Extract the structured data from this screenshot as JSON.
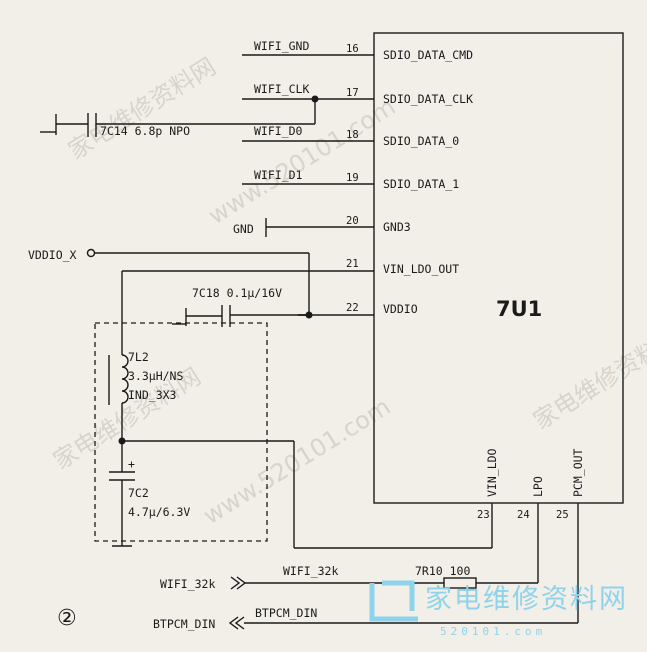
{
  "chip": {
    "name": "7U1"
  },
  "pins": [
    {
      "num": "16",
      "name": "SDIO_DATA_CMD",
      "net": "WIFI_GND"
    },
    {
      "num": "17",
      "name": "SDIO_DATA_CLK",
      "net": "WIFI_CLK"
    },
    {
      "num": "18",
      "name": "SDIO_DATA_0",
      "net": "WIFI_D0"
    },
    {
      "num": "19",
      "name": "SDIO_DATA_1",
      "net": "WIFI_D1"
    },
    {
      "num": "20",
      "name": "GND3",
      "net": "GND"
    },
    {
      "num": "21",
      "name": "VIN_LDO_OUT",
      "net": ""
    },
    {
      "num": "22",
      "name": "VDDIO",
      "net": ""
    },
    {
      "num": "23",
      "name": "VIN_LDO",
      "net": ""
    },
    {
      "num": "24",
      "name": "LPO",
      "net": ""
    },
    {
      "num": "25",
      "name": "PCM_OUT",
      "net": ""
    }
  ],
  "components": {
    "c7c14": "7C14 6.8p NPO",
    "c7c18": "7C18 0.1μ/16V",
    "l7l2_ref": "7L2",
    "l7l2_val": "3.3μH/NS",
    "l7l2_pkg": "IND_3X3",
    "c7c2_ref": "7C2",
    "c7c2_val": "4.7μ/6.3V",
    "c7c2_pol": "+",
    "r7r10": "7R10 100"
  },
  "nets": {
    "vddio": "VDDIO_X",
    "wifi32k_in": "WIFI_32k",
    "wifi32k_wire": "WIFI_32k",
    "btpcm_out": "BTPCM_DIN",
    "btpcm_wire": "BTPCM_DIN"
  },
  "figure_number": "②",
  "watermarks": [
    "家电维修资料网",
    "www.520101.com"
  ],
  "brand": {
    "name": "家电维修资料网",
    "url": "520101.com"
  },
  "colors": {
    "ink": "#1a1a1a",
    "paper": "#f2efe9",
    "brand": "#8fd3ea"
  }
}
